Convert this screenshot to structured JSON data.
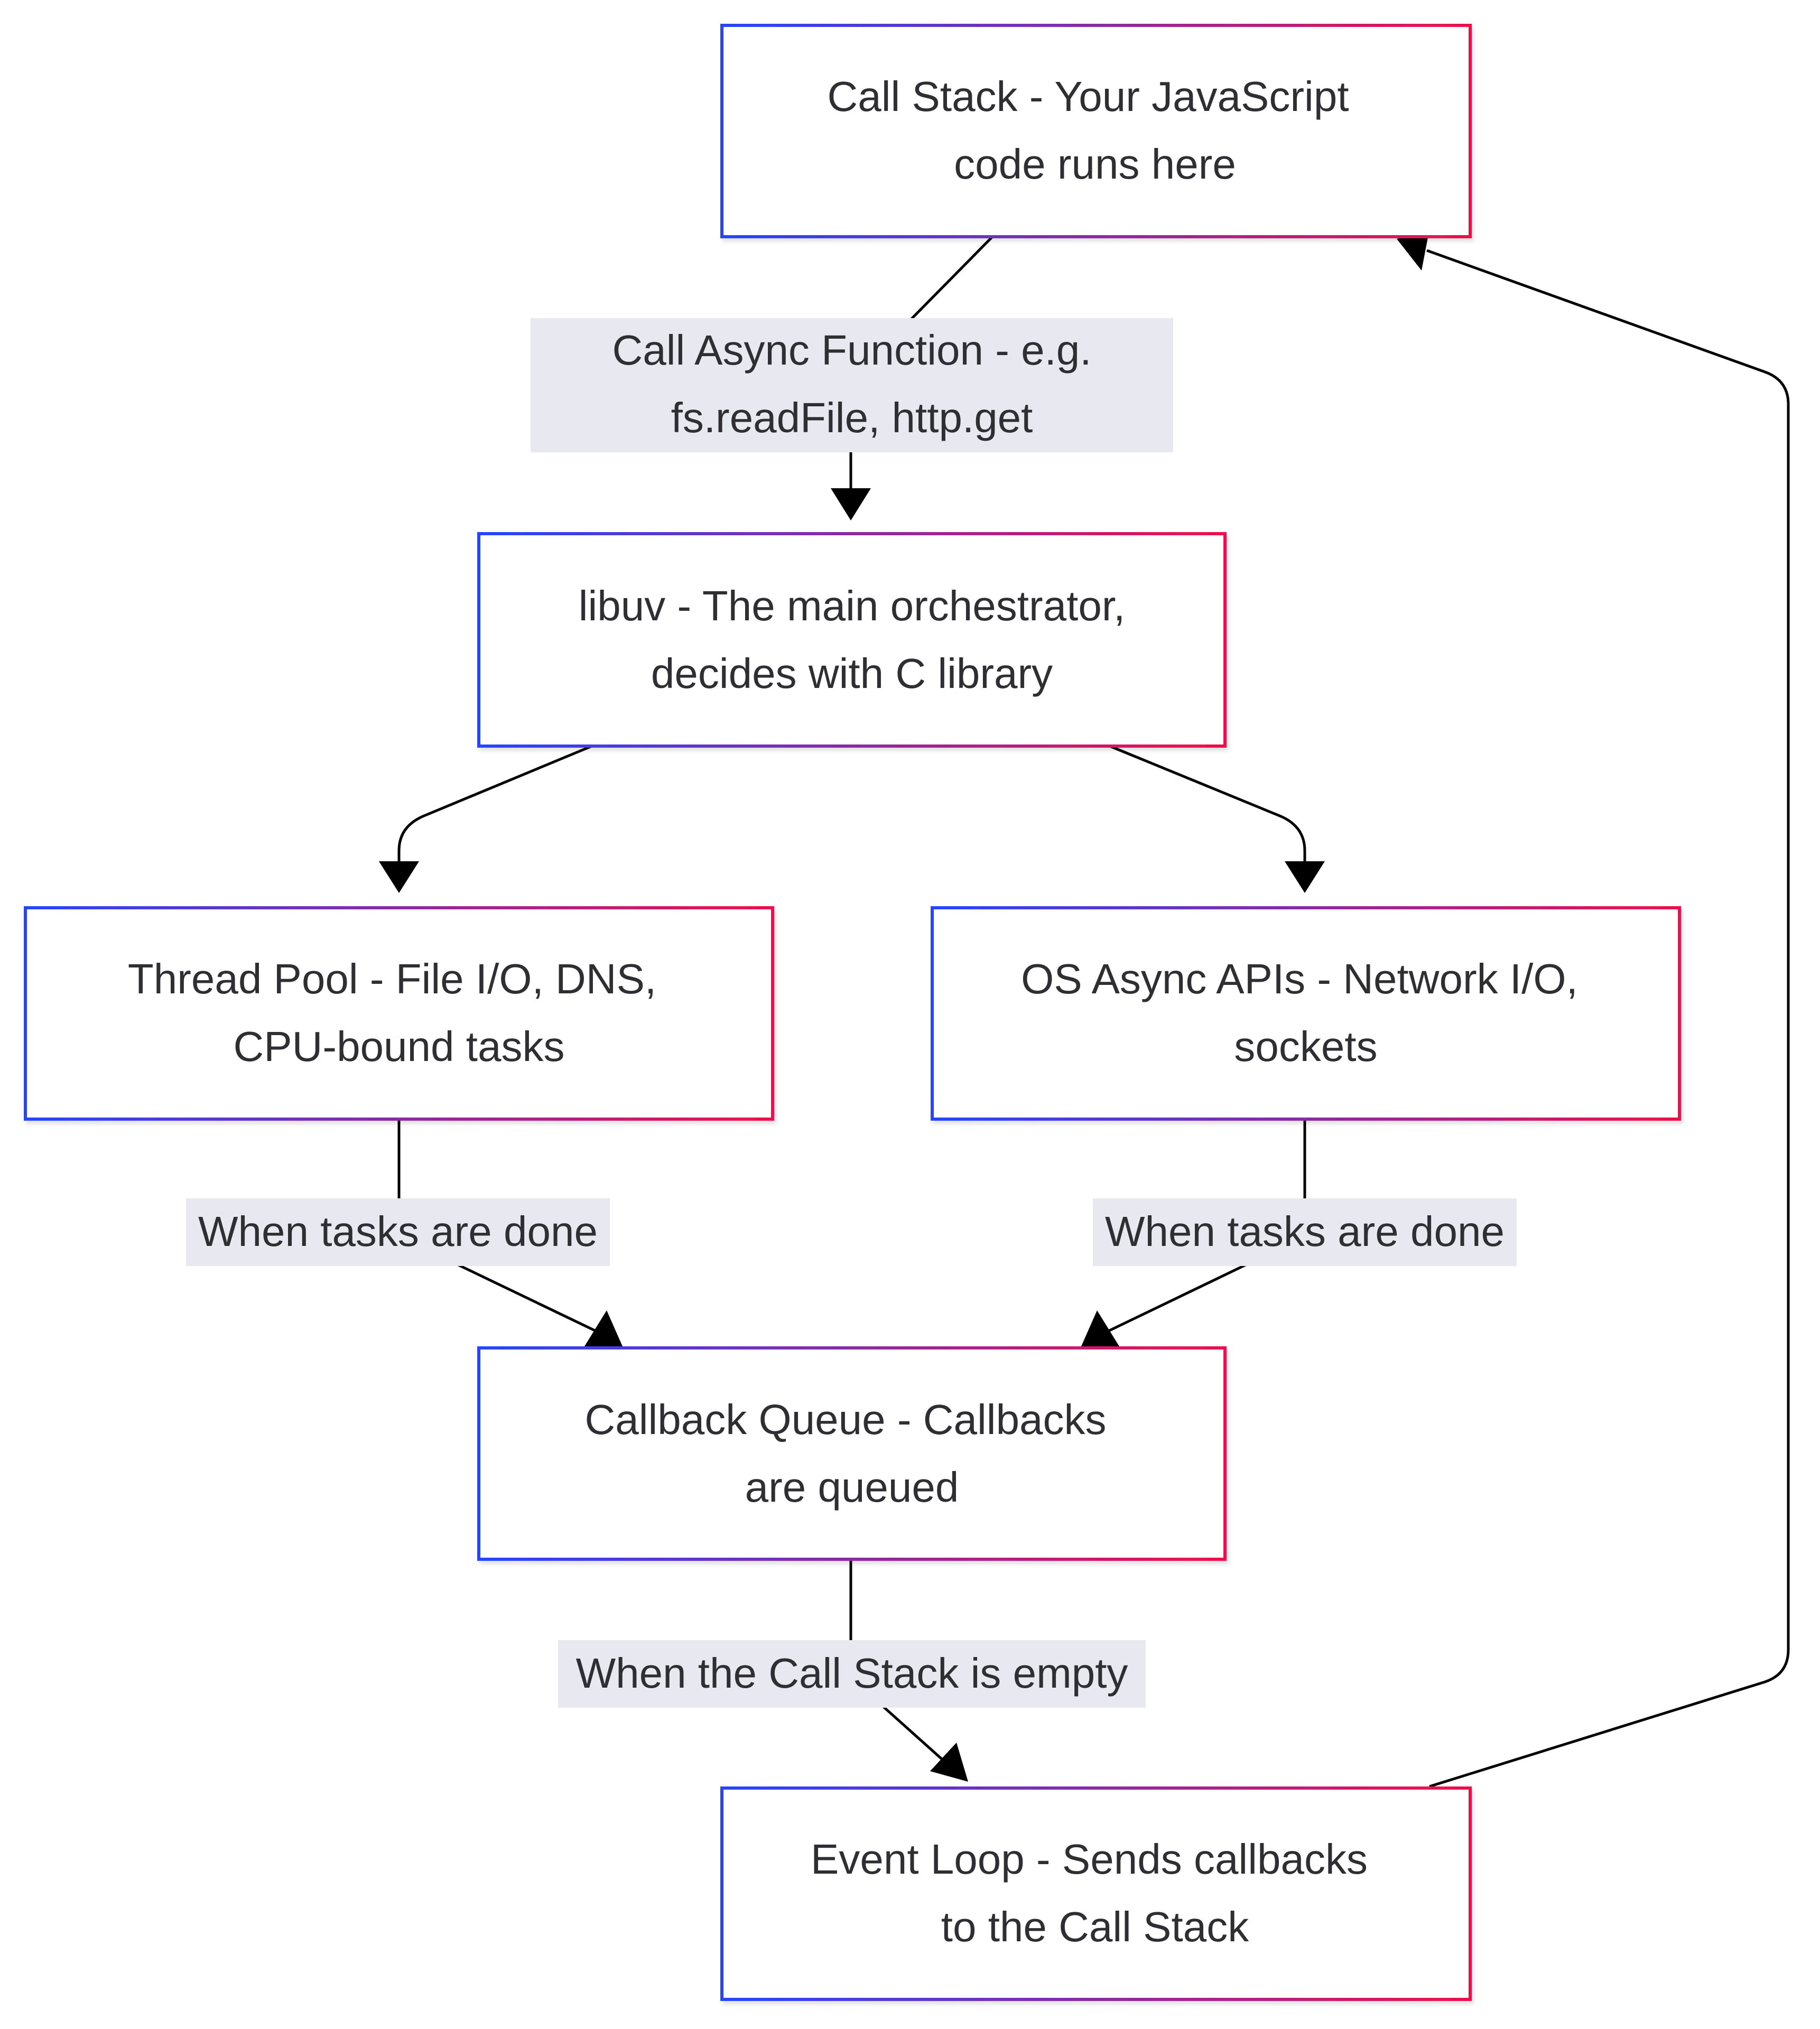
{
  "nodes": {
    "call_stack": {
      "line1": "Call Stack - Your JavaScript",
      "line2": "code runs here"
    },
    "libuv": {
      "line1": "libuv - The main orchestrator,",
      "line2": "decides with C library"
    },
    "thread_pool": {
      "line1": "Thread Pool - File I/O, DNS,",
      "line2": "CPU-bound tasks"
    },
    "os_async": {
      "line1": "OS Async APIs - Network I/O,",
      "line2": "sockets"
    },
    "callback_queue": {
      "line1": "Callback Queue - Callbacks",
      "line2": "are queued"
    },
    "event_loop": {
      "line1": "Event Loop - Sends callbacks",
      "line2": "to the Call Stack"
    }
  },
  "edges": {
    "call_async": {
      "line1": "Call Async Function - e.g.",
      "line2": "fs.readFile, http.get"
    },
    "thread_done": {
      "line1": "When tasks are done"
    },
    "os_done": {
      "line1": "When tasks are done"
    },
    "stack_empty": {
      "line1": "When the Call Stack is empty"
    }
  },
  "colors": {
    "node_border_start": "#2545ff",
    "node_border_end": "#f0104a",
    "edge_label_bg": "#e8e8f0",
    "edge_stroke": "#000000",
    "text": "#2f2f33"
  }
}
